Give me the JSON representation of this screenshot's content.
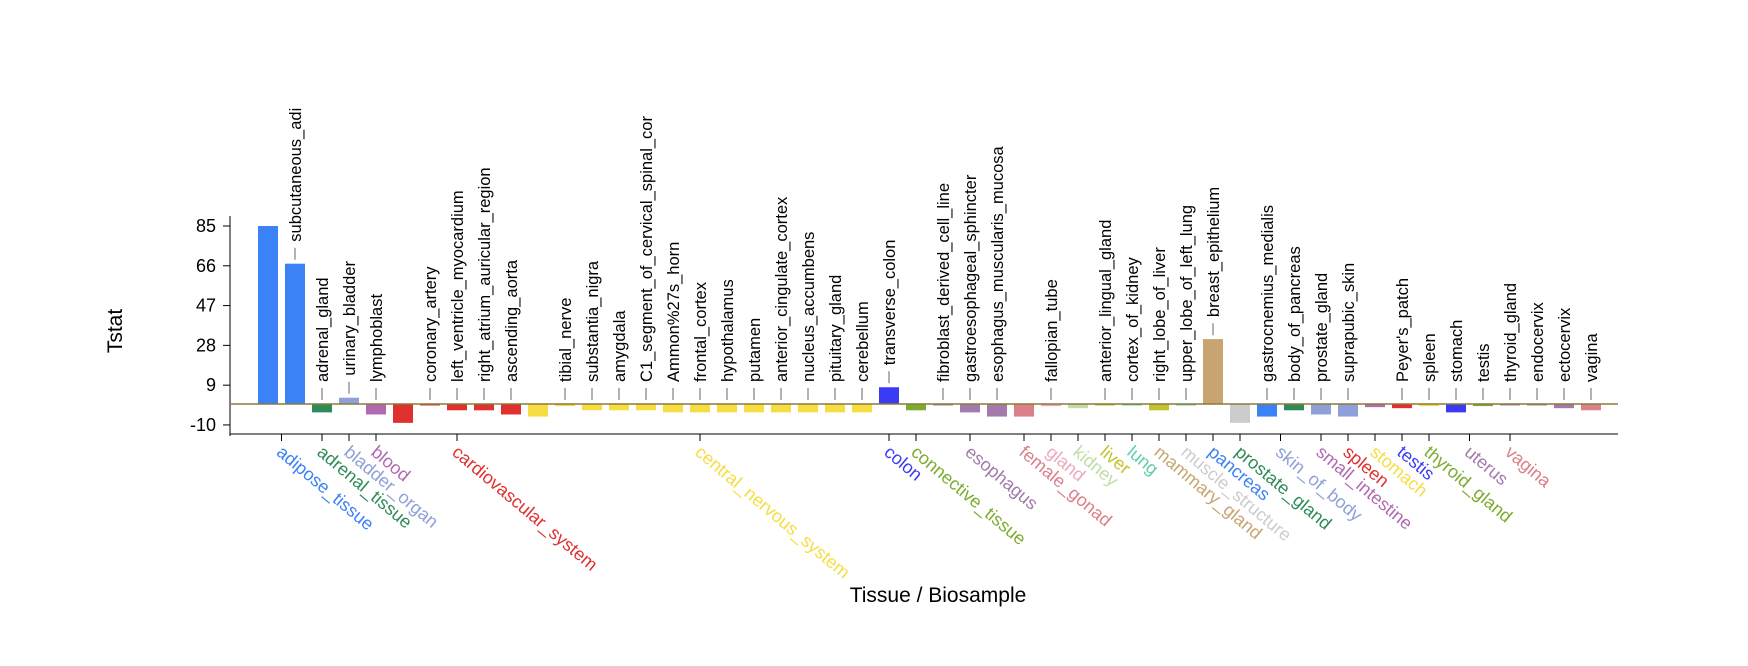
{
  "chart_data": {
    "type": "bar",
    "title": "",
    "xlabel": "Tissue / Biosample",
    "ylabel": "Tstat",
    "ylim": [
      -15,
      88
    ],
    "yticks": [
      85,
      66,
      47,
      28,
      9,
      -10
    ],
    "grid": false,
    "legend": "none",
    "colors": {
      "adipose_tissue": "#3b82f6",
      "adrenal_tissue": "#2e8b57",
      "bladder_organ": "#8fa0d8",
      "blood": "#b06ab0",
      "cardiovascular_system": "#e0302f",
      "central_nervous_system": "#f5dd42",
      "colon": "#3b3bf5",
      "connective_tissue": "#7cab2f",
      "esophagus": "#a27aab",
      "female_gonad": "#d9808a",
      "gland": "#f0a8c0",
      "kidney": "#c2dca8",
      "liver": "#c4c22d",
      "lung": "#66ccaa",
      "mammary_gland": "#c8a570",
      "muscle_structure": "#cccccc",
      "pancreas": "#3b82f6",
      "prostate_gland": "#2e8b57",
      "skin_of_body": "#8fa0d8",
      "small_intestine": "#b06ab0",
      "spleen": "#e0302f",
      "stomach": "#f5dd42",
      "testis": "#3b3bf5",
      "thyroid_gland": "#7cab2f",
      "uterus": "#a27aab",
      "vagina": "#d9808a"
    },
    "groups": [
      {
        "name": "adipose_tissue",
        "start": 0,
        "count": 2
      },
      {
        "name": "adrenal_tissue",
        "start": 2,
        "count": 1
      },
      {
        "name": "bladder_organ",
        "start": 3,
        "count": 1
      },
      {
        "name": "blood",
        "start": 4,
        "count": 1
      },
      {
        "name": "cardiovascular_system",
        "start": 5,
        "count": 5
      },
      {
        "name": "central_nervous_system",
        "start": 10,
        "count": 13
      },
      {
        "name": "colon",
        "start": 23,
        "count": 1
      },
      {
        "name": "connective_tissue",
        "start": 24,
        "count": 1
      },
      {
        "name": "esophagus",
        "start": 25,
        "count": 3
      },
      {
        "name": "female_gonad",
        "start": 28,
        "count": 1
      },
      {
        "name": "gland",
        "start": 29,
        "count": 1
      },
      {
        "name": "kidney",
        "start": 30,
        "count": 1
      },
      {
        "name": "liver",
        "start": 31,
        "count": 1
      },
      {
        "name": "lung",
        "start": 32,
        "count": 1
      },
      {
        "name": "mammary_gland",
        "start": 33,
        "count": 1
      },
      {
        "name": "muscle_structure",
        "start": 34,
        "count": 1
      },
      {
        "name": "pancreas",
        "start": 35,
        "count": 1
      },
      {
        "name": "prostate_gland",
        "start": 36,
        "count": 1
      },
      {
        "name": "skin_of_body",
        "start": 37,
        "count": 2
      },
      {
        "name": "small_intestine",
        "start": 39,
        "count": 1
      },
      {
        "name": "spleen",
        "start": 40,
        "count": 1
      },
      {
        "name": "stomach",
        "start": 41,
        "count": 1
      },
      {
        "name": "testis",
        "start": 42,
        "count": 1
      },
      {
        "name": "thyroid_gland",
        "start": 43,
        "count": 1
      },
      {
        "name": "uterus",
        "start": 44,
        "count": 2
      },
      {
        "name": "vagina",
        "start": 46,
        "count": 1
      }
    ],
    "bars": [
      {
        "label": "",
        "group": "adipose_tissue",
        "value": 85
      },
      {
        "label": "subcutaneous_adi",
        "group": "adipose_tissue",
        "value": 67
      },
      {
        "label": "adrenal_gland",
        "group": "adrenal_tissue",
        "value": -4
      },
      {
        "label": "urinary_bladder",
        "group": "bladder_organ",
        "value": 3
      },
      {
        "label": "lymphoblast",
        "group": "blood",
        "value": -5
      },
      {
        "label": "",
        "group": "cardiovascular_system",
        "value": -9
      },
      {
        "label": "coronary_artery",
        "group": "cardiovascular_system",
        "value": -0.5
      },
      {
        "label": "left_ventricle_myocardium",
        "group": "cardiovascular_system",
        "value": -3
      },
      {
        "label": "right_atrium_auricular_region",
        "group": "cardiovascular_system",
        "value": -3
      },
      {
        "label": "ascending_aorta",
        "group": "cardiovascular_system",
        "value": -5
      },
      {
        "label": "",
        "group": "central_nervous_system",
        "value": -6
      },
      {
        "label": "tibial_nerve",
        "group": "central_nervous_system",
        "value": -1
      },
      {
        "label": "substantia_nigra",
        "group": "central_nervous_system",
        "value": -3
      },
      {
        "label": "amygdala",
        "group": "central_nervous_system",
        "value": -3
      },
      {
        "label": "C1_segment_of_cervical_spinal_cor",
        "group": "central_nervous_system",
        "value": -3
      },
      {
        "label": "Ammon%27s_horn",
        "group": "central_nervous_system",
        "value": -4
      },
      {
        "label": "frontal_cortex",
        "group": "central_nervous_system",
        "value": -4
      },
      {
        "label": "hypothalamus",
        "group": "central_nervous_system",
        "value": -4
      },
      {
        "label": "putamen",
        "group": "central_nervous_system",
        "value": -4
      },
      {
        "label": "anterior_cingulate_cortex",
        "group": "central_nervous_system",
        "value": -4
      },
      {
        "label": "nucleus_accumbens",
        "group": "central_nervous_system",
        "value": -4
      },
      {
        "label": "pituitary_gland",
        "group": "central_nervous_system",
        "value": -4
      },
      {
        "label": "cerebellum",
        "group": "central_nervous_system",
        "value": -4
      },
      {
        "label": "transverse_colon",
        "group": "colon",
        "value": 8
      },
      {
        "label": "",
        "group": "connective_tissue",
        "value": -3
      },
      {
        "label": "fibroblast_derived_cell_line",
        "group": "esophagus",
        "value": -0.5
      },
      {
        "label": "gastroesophageal_sphincter",
        "group": "esophagus",
        "value": -4
      },
      {
        "label": "esophagus_muscularis_mucosa",
        "group": "esophagus",
        "value": -6
      },
      {
        "label": "",
        "group": "female_gonad",
        "value": -6
      },
      {
        "label": "fallopian_tube",
        "group": "gland",
        "value": -1
      },
      {
        "label": "",
        "group": "kidney",
        "value": -2
      },
      {
        "label": "anterior_lingual_gland",
        "group": "liver",
        "value": -0.5
      },
      {
        "label": "cortex_of_kidney",
        "group": "lung",
        "value": -0.5
      },
      {
        "label": "right_lobe_of_liver",
        "group": "liver",
        "value": -3
      },
      {
        "label": "upper_lobe_of_left_lung",
        "group": "lung",
        "value": -0.5
      },
      {
        "label": "breast_epithelium",
        "group": "mammary_gland",
        "value": 31
      },
      {
        "label": "",
        "group": "muscle_structure",
        "value": -9
      },
      {
        "label": "gastrocnemius_medialis",
        "group": "pancreas",
        "value": -6
      },
      {
        "label": "body_of_pancreas",
        "group": "prostate_gland",
        "value": -3
      },
      {
        "label": "prostate_gland",
        "group": "skin_of_body",
        "value": -5
      },
      {
        "label": "suprapubic_skin",
        "group": "skin_of_body",
        "value": -6
      },
      {
        "label": "",
        "group": "small_intestine",
        "value": -1.5
      },
      {
        "label": "Peyer's_patch",
        "group": "spleen",
        "value": -2
      },
      {
        "label": "spleen",
        "group": "stomach",
        "value": -1
      },
      {
        "label": "stomach",
        "group": "testis",
        "value": -4
      },
      {
        "label": "testis",
        "group": "thyroid_gland",
        "value": -1
      },
      {
        "label": "thyroid_gland",
        "group": "uterus",
        "value": -0.5
      },
      {
        "label": "endocervix",
        "group": "uterus",
        "value": -0.5
      },
      {
        "label": "ectocervix",
        "group": "uterus",
        "value": -2
      },
      {
        "label": "vagina",
        "group": "vagina",
        "value": -3
      }
    ]
  }
}
